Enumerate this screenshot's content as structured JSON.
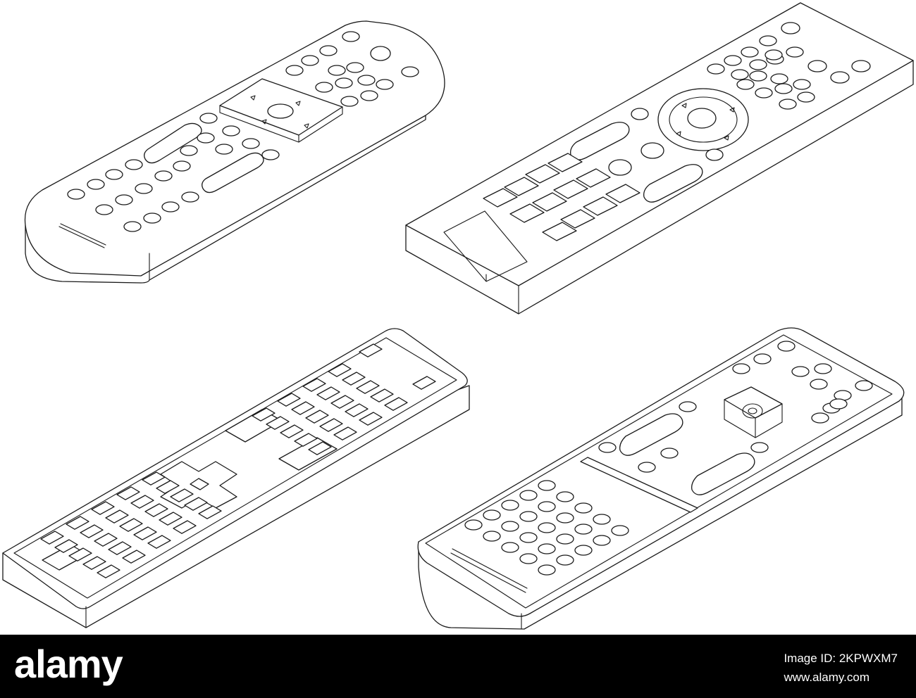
{
  "artwork": {
    "subject": "isometric remote controls",
    "count": 4,
    "style": "black outline on white",
    "remotes": [
      {
        "name": "rounded-remote"
      },
      {
        "name": "rectangular-remote-with-dpad"
      },
      {
        "name": "keyboard-style-remote"
      },
      {
        "name": "slim-remote-with-square-pad"
      }
    ]
  },
  "footer": {
    "brand": "alamy",
    "meta_line1": "Image ID: 2KPWXM7",
    "meta_line2": "www.alamy.com",
    "background_color": "#000000",
    "text_color": "#ffffff"
  }
}
